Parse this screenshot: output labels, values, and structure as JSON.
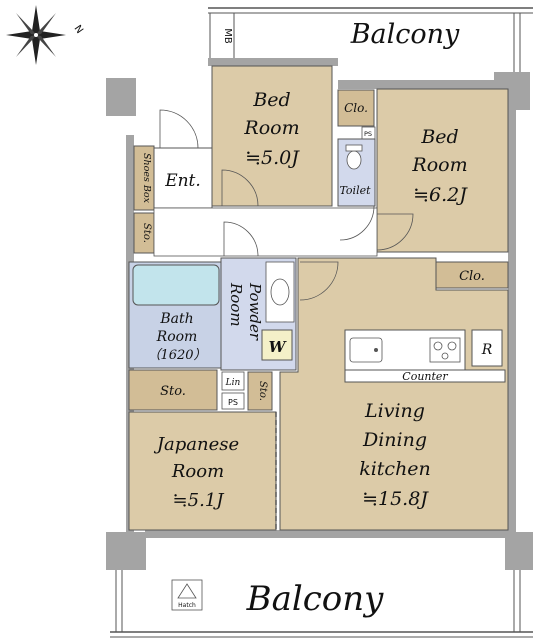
{
  "compass": {
    "north_label": "N"
  },
  "balcony_top": {
    "label": "Balcony"
  },
  "balcony_bottom": {
    "label": "Balcony",
    "hatch_label": "Hatch"
  },
  "mb": {
    "label": "MB"
  },
  "bed_room_1": {
    "line1": "Bed",
    "line2": "Room",
    "size": "≒5.0J"
  },
  "bed_room_2": {
    "line1": "Bed",
    "line2": "Room",
    "size": "≒6.2J"
  },
  "closet_1": {
    "label": "Clo."
  },
  "closet_2": {
    "label": "Clo."
  },
  "ps_1": {
    "label": "PS"
  },
  "ps_2": {
    "label": "PS"
  },
  "toilet": {
    "label": "Toilet"
  },
  "entrance": {
    "label": "Ent."
  },
  "shoes_box": {
    "label": "Shoes Box"
  },
  "storage_1": {
    "label": "Sto."
  },
  "storage_2": {
    "label": "Sto."
  },
  "storage_3": {
    "label": "Sto."
  },
  "bath_room": {
    "line1": "Bath",
    "line2": "Room",
    "size": "（1620）"
  },
  "powder_room": {
    "line1": "Powder",
    "line2": "Room"
  },
  "washer": {
    "label": "W"
  },
  "linen": {
    "label": "Lin"
  },
  "refrigerator": {
    "label": "R"
  },
  "counter": {
    "label": "Counter"
  },
  "japanese_room": {
    "line1": "Japanese",
    "line2": "Room",
    "size": "≒5.1J"
  },
  "ldk": {
    "line1": "Living",
    "line2": "Dining",
    "line3": "kitchen",
    "size": "≒15.8J"
  },
  "colors": {
    "room_tan": "#dccba8",
    "storage_tan": "#d2bd96",
    "corridor": "#ffffff",
    "wall_gray": "#a4a4a4",
    "bath_blue": "#c2e4ec",
    "bath_floor": "#c8d2e6",
    "powder_floor": "#d2d9ec",
    "line": "#555555"
  }
}
